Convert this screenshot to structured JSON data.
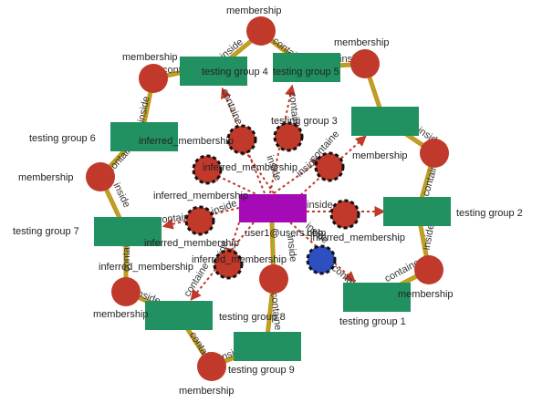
{
  "colors": {
    "group": "#229161",
    "membership": "#c0392b",
    "inferred": "#c0392b",
    "user": "#a40ab6",
    "blue": "#2d4fbf",
    "edge": "#e08a12",
    "edge_inner": "#93b535",
    "dashed": "#c0392b"
  },
  "center": {
    "label": "user1@users.com",
    "extra_label": "bbb"
  },
  "groups": [
    {
      "id": "g4",
      "label": "testing group 4"
    },
    {
      "id": "g5",
      "label": "testing group 5"
    },
    {
      "id": "g3",
      "label": "testing group 3"
    },
    {
      "id": "g6",
      "label": "testing group 6"
    },
    {
      "id": "g2",
      "label": "testing group 2"
    },
    {
      "id": "g7",
      "label": "testing group 7"
    },
    {
      "id": "g1",
      "label": "testing group 1"
    },
    {
      "id": "g8",
      "label": "testing group 8"
    },
    {
      "id": "g9",
      "label": "testing group 9"
    },
    {
      "id": "g3b",
      "label": ""
    }
  ],
  "membership_label": "membership",
  "inferred_label": "inferred_membership",
  "edge_labels": {
    "inside": "inside",
    "contains": "containe"
  },
  "memberships": [
    "membership",
    "membership",
    "membership",
    "membership",
    "membership",
    "membership",
    "membership",
    "membership",
    "membership"
  ],
  "inferred": [
    "inferred_membership",
    "inferred_membership",
    "inferred_membership",
    "inferred_membership",
    "inferred_membership",
    "inferred_membership",
    "inferred_membership",
    "inferred_membership"
  ]
}
